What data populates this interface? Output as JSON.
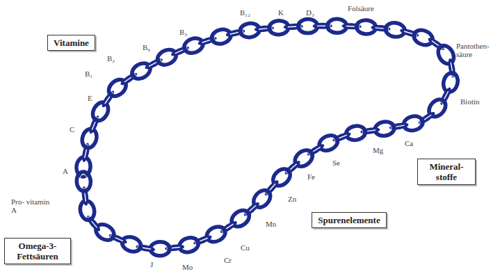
{
  "diagram": {
    "nodes": [
      {
        "text": [
          "Vitamine"
        ]
      },
      {
        "text": [
          "Mineral- stoffe"
        ]
      },
      {
        "text": [
          "Spurenelemente"
        ]
      },
      {
        "text": [
          "Omega-3- Fettsäuren"
        ]
      }
    ],
    "labels": [
      "Folsäure",
      "B₁₂",
      "K",
      "D₃",
      "B₃",
      "B₆",
      "B₂",
      "B₁",
      "Pantothen- säure",
      "E",
      "Biotin",
      "C",
      "Ca",
      "Mg",
      "Se",
      "Fe",
      "A",
      "Zn",
      "Pro- vitamin A",
      "Mn",
      "Cu",
      "Cr",
      "J",
      "Mo"
    ]
  }
}
